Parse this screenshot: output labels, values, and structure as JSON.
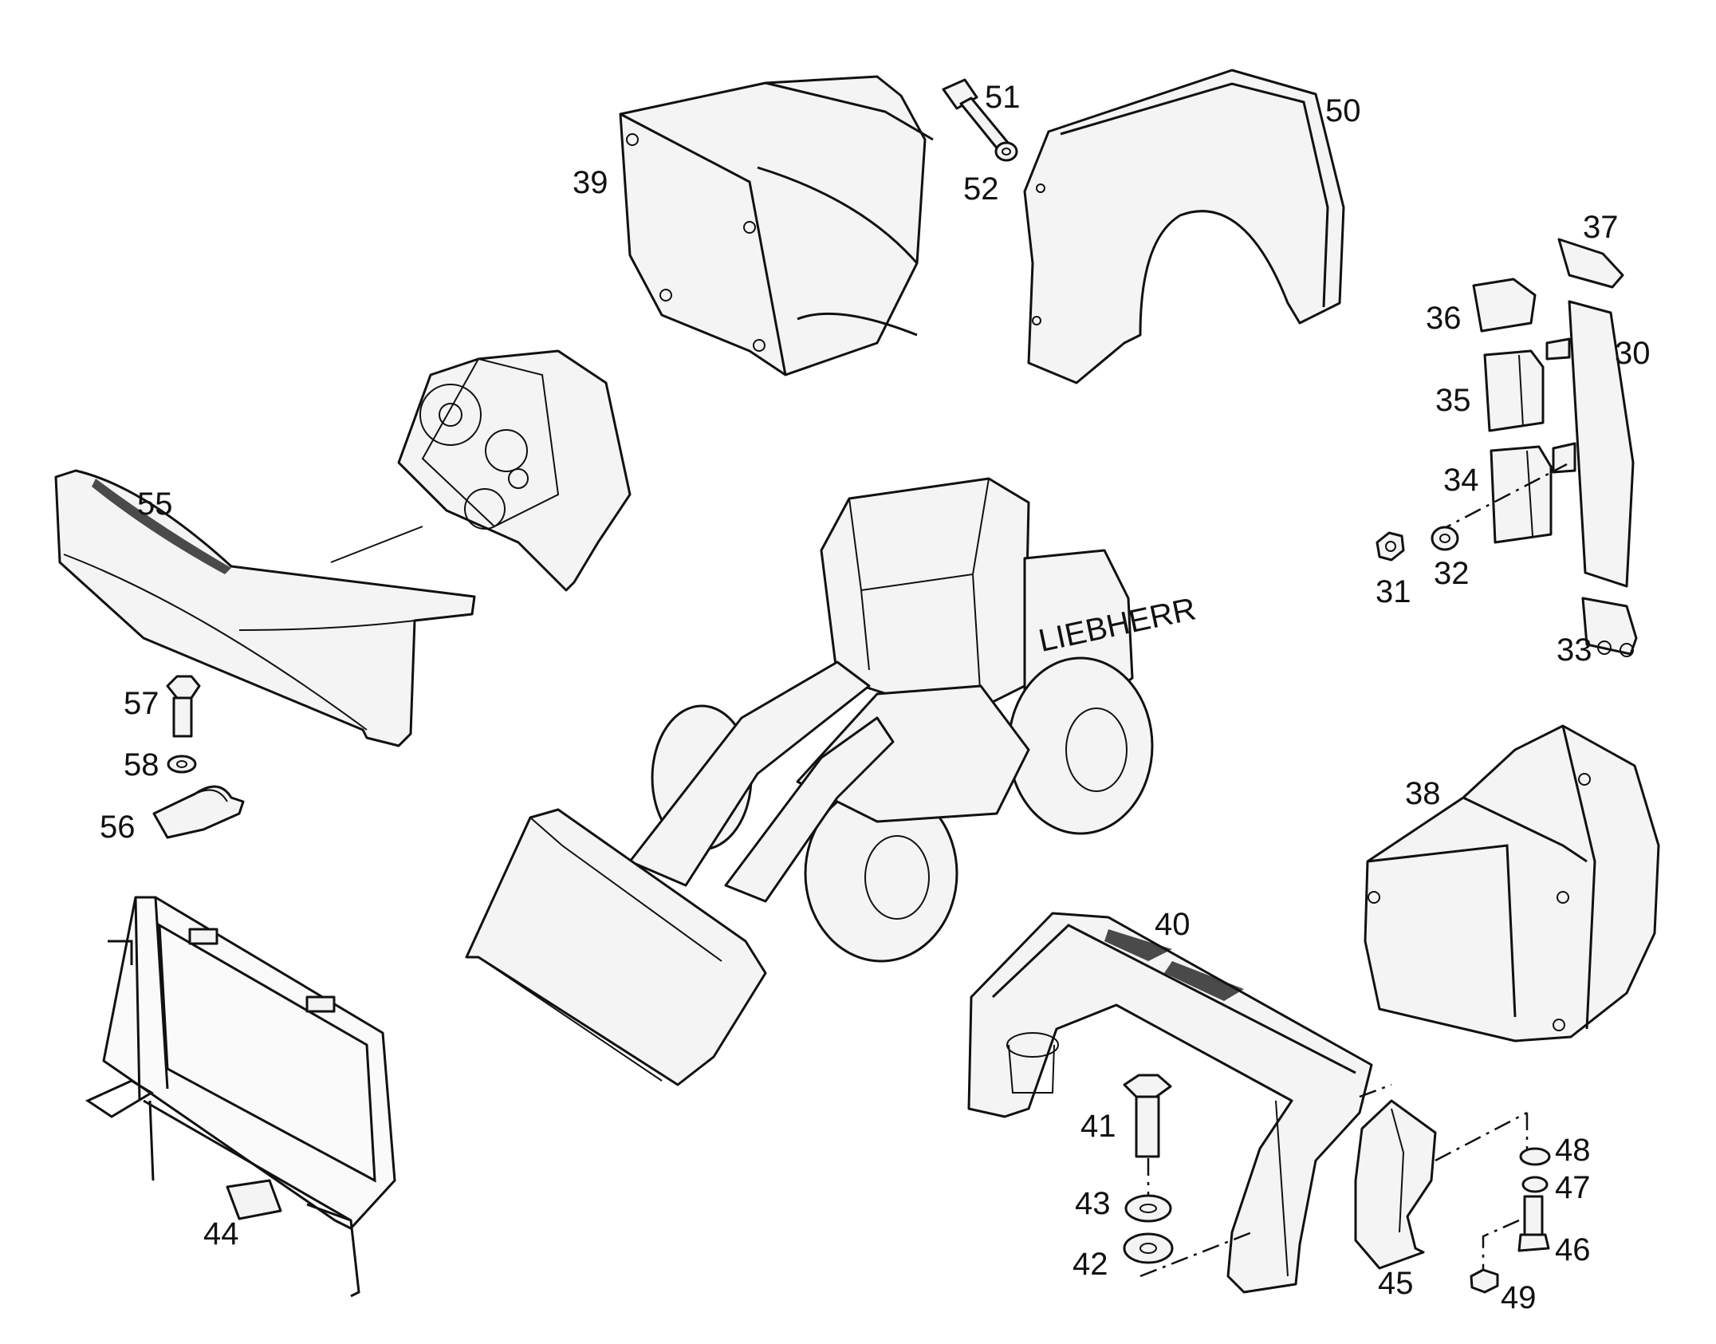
{
  "labels": {
    "p30": "30",
    "p31": "31",
    "p32": "32",
    "p33": "33",
    "p34": "34",
    "p35": "35",
    "p36": "36",
    "p37": "37",
    "p38": "38",
    "p39": "39",
    "p40": "40",
    "p41": "41",
    "p42": "42",
    "p43": "43",
    "p44": "44",
    "p45": "45",
    "p46": "46",
    "p47": "47",
    "p48": "48",
    "p49": "49",
    "p50": "50",
    "p51": "51",
    "p52": "52",
    "p55": "55",
    "p56": "56",
    "p57": "57",
    "p58": "58"
  },
  "logo_text": "LIEBHERR"
}
